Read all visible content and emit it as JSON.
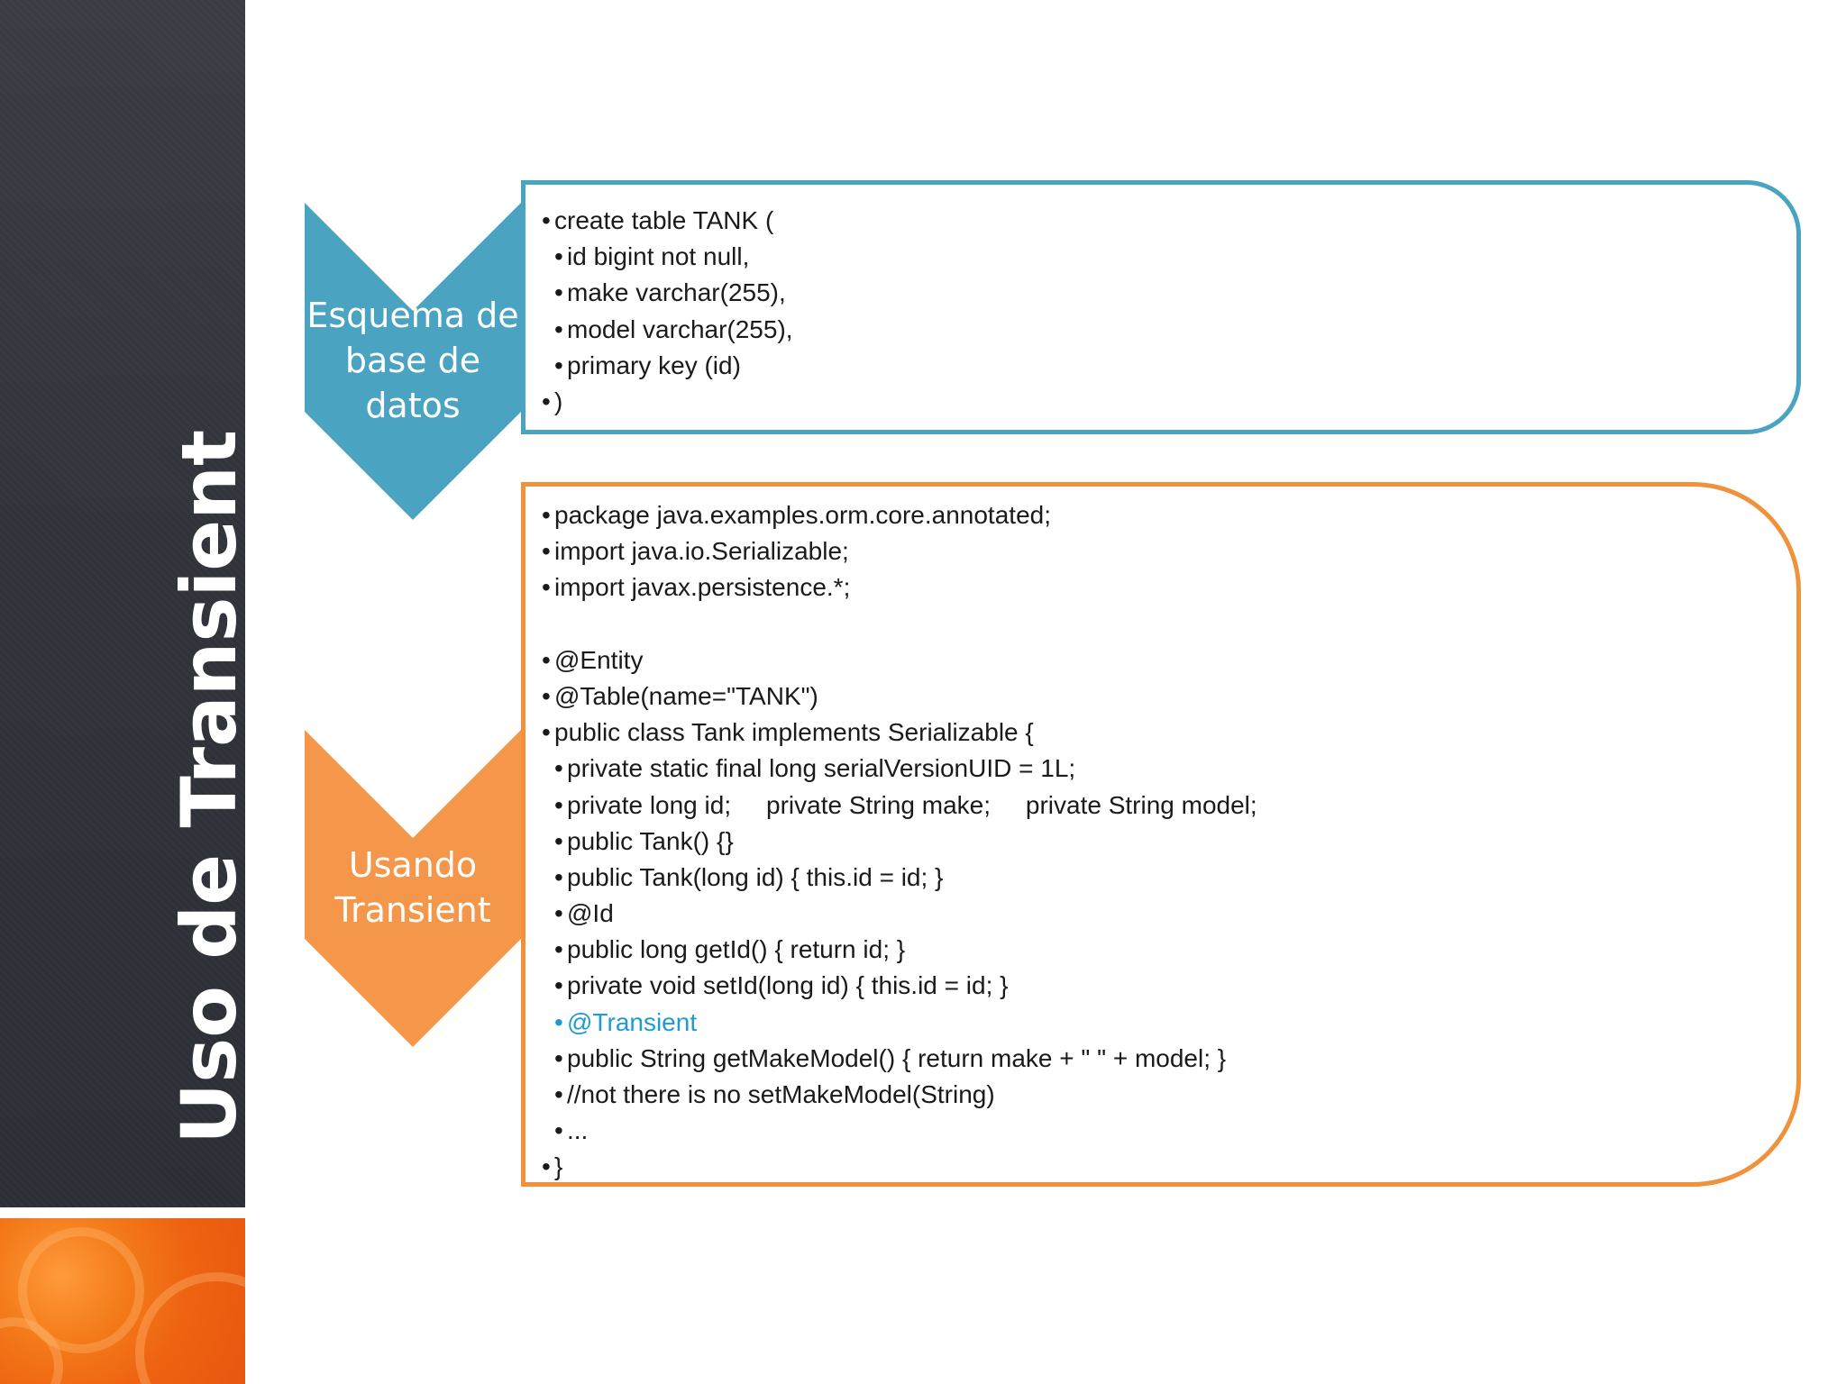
{
  "slide": {
    "title": "Uso de Transient"
  },
  "colors": {
    "blue_accent": "#4aa3c0",
    "orange_accent": "#f0913c",
    "sidebar_dark": "#33363d",
    "highlight_text": "#1e9bd1"
  },
  "schema_section": {
    "label_lines": [
      "Esquema de",
      "base de",
      "datos"
    ],
    "lines": [
      {
        "text": "create table TANK (",
        "indent": false
      },
      {
        "text": "id bigint not null,",
        "indent": true
      },
      {
        "text": "make varchar(255),",
        "indent": true
      },
      {
        "text": "model varchar(255),",
        "indent": true
      },
      {
        "text": "primary key (id)",
        "indent": true
      },
      {
        "text": ")",
        "indent": false
      }
    ]
  },
  "code_section": {
    "label_lines": [
      "Usando",
      "Transient"
    ],
    "lines": [
      {
        "text": "package java.examples.orm.core.annotated;",
        "indent": false
      },
      {
        "text": "import java.io.Serializable;",
        "indent": false
      },
      {
        "text": "import javax.persistence.*;",
        "indent": false
      },
      {
        "text": "",
        "indent": false,
        "blank": true
      },
      {
        "text": "@Entity",
        "indent": false
      },
      {
        "text": "@Table(name=\"TANK\")",
        "indent": false
      },
      {
        "text": "public class Tank implements Serializable {",
        "indent": false
      },
      {
        "text": "private static final long serialVersionUID = 1L;",
        "indent": true
      },
      {
        "text": "private long id;     private String make;     private String model;",
        "indent": true
      },
      {
        "text": "public Tank() {}",
        "indent": true
      },
      {
        "text": "public Tank(long id) { this.id = id; }",
        "indent": true
      },
      {
        "text": "@Id",
        "indent": true
      },
      {
        "text": "public long getId() { return id; }",
        "indent": true
      },
      {
        "text": "private void setId(long id) { this.id = id; }",
        "indent": true
      },
      {
        "text": "@Transient",
        "indent": true,
        "highlight": true
      },
      {
        "text": "public String getMakeModel() { return make + \" \" + model; }",
        "indent": true
      },
      {
        "text": "//not there is no setMakeModel(String)",
        "indent": true
      },
      {
        "text": "...",
        "indent": true
      },
      {
        "text": "}",
        "indent": false
      }
    ]
  }
}
